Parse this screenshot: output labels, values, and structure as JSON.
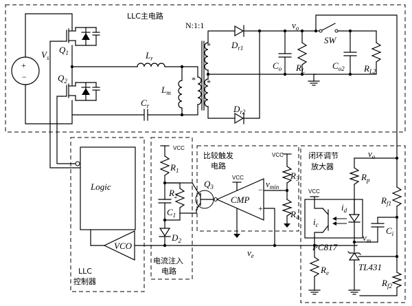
{
  "regions": {
    "llc_main": "LLC主电路",
    "compare_trigger_1": "比较触发",
    "compare_trigger_2": "电路",
    "closed_loop_1": "闭环调节",
    "closed_loop_2": "放大器",
    "current_inject_1": "电流注入",
    "current_inject_2": "电路",
    "controller_1": "LLC",
    "controller_2": "控制器"
  },
  "components": {
    "vs": "V",
    "vs_sub": "s",
    "q1": "Q",
    "q1_sub": "1",
    "q2": "Q",
    "q2_sub": "2",
    "lr": "L",
    "lr_sub": "r",
    "lm": "L",
    "lm_sub": "m",
    "cr": "C",
    "cr_sub": "r",
    "transformer": "N:1:1",
    "dr1": "D",
    "dr1_sub": "r1",
    "dr2": "D",
    "dr2_sub": "r2",
    "vo": "v",
    "vo_sub": "o",
    "co": "C",
    "co_sub": "o",
    "rl": "R",
    "rl_sub": "L",
    "sw": "SW",
    "co2": "C",
    "co2_sub": "o2",
    "rl2": "R",
    "rl2_sub": "L2",
    "logic": "Logic",
    "vco": "VCO",
    "r1": "R",
    "r1_sub": "1",
    "r2": "R",
    "r2_sub": "2",
    "c1": "C",
    "c1_sub": "1",
    "d2": "D",
    "d2_sub": "2",
    "q3": "Q",
    "q3_sub": "3",
    "cmp": "CMP",
    "vmin": "v",
    "vmin_sub": "min",
    "r3": "R",
    "r3_sub": "3",
    "r4": "R",
    "r4_sub": "4",
    "ve": "v",
    "ve_sub": "e",
    "vo2": "v",
    "vo2_sub": "o",
    "rp": "R",
    "rp_sub": "p",
    "rf1": "R",
    "rf1_sub": "f1",
    "ic": "i",
    "ic_sub": "c",
    "id": "i",
    "id_sub": "d",
    "ci": "C",
    "ci_sub": "i",
    "vm": "v",
    "vm_sub": "m",
    "pc817": "PC817",
    "tl431": "TL431",
    "re": "R",
    "re_sub": "e",
    "rf2": "R",
    "rf2_sub": "f2",
    "vcc": "VCC",
    "plus": "+",
    "minus": "−",
    "dot_mark": "*"
  }
}
